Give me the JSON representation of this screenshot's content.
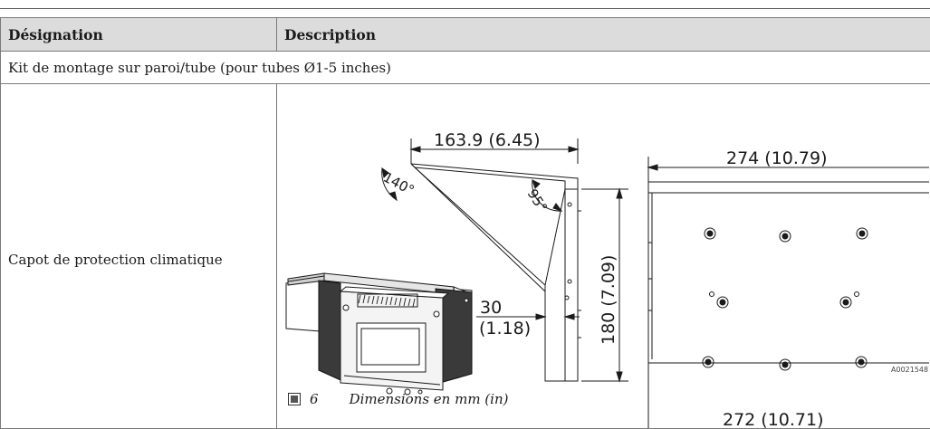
{
  "table": {
    "header_designation": "Désignation",
    "header_description": "Description",
    "row_kit": "Kit de montage sur paroi/tube (pour tubes Ø1-5 inches)",
    "row_cap_label": "Capot de protection climatique"
  },
  "figure": {
    "dim_top_width": "163.9 (6.45)",
    "angle_140": "140°",
    "angle_95": "95°",
    "dim_30": "30",
    "dim_30_in": "(1.18)",
    "dim_height": "180 (7.09)",
    "dim_274": "274 (10.79)",
    "dim_272": "272 (10.71)",
    "reference": "A0021548",
    "caption_number": "6",
    "caption_text": "Dimensions en mm (in)"
  }
}
